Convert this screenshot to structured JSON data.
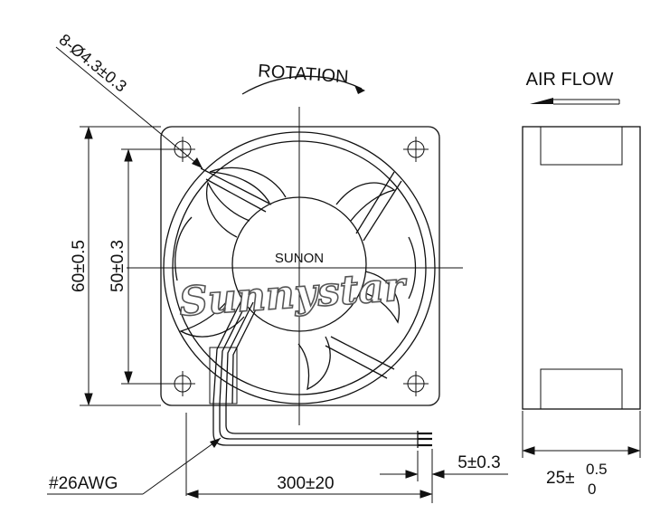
{
  "labels": {
    "hole_spec": "8-Ø4.3±0.3",
    "rotation": "ROTATION",
    "air_flow": "AIR FLOW",
    "brand": "SUNON",
    "watermark": "Sunnystar",
    "height_outer": "60±0.5",
    "height_inner": "50±0.3",
    "wire_gauge": "#26AWG",
    "lead_length": "300±20",
    "strip_length": "5±0.3",
    "thickness_base": "25±",
    "thickness_upper_tol": "0.5",
    "thickness_lower_tol": "0"
  }
}
